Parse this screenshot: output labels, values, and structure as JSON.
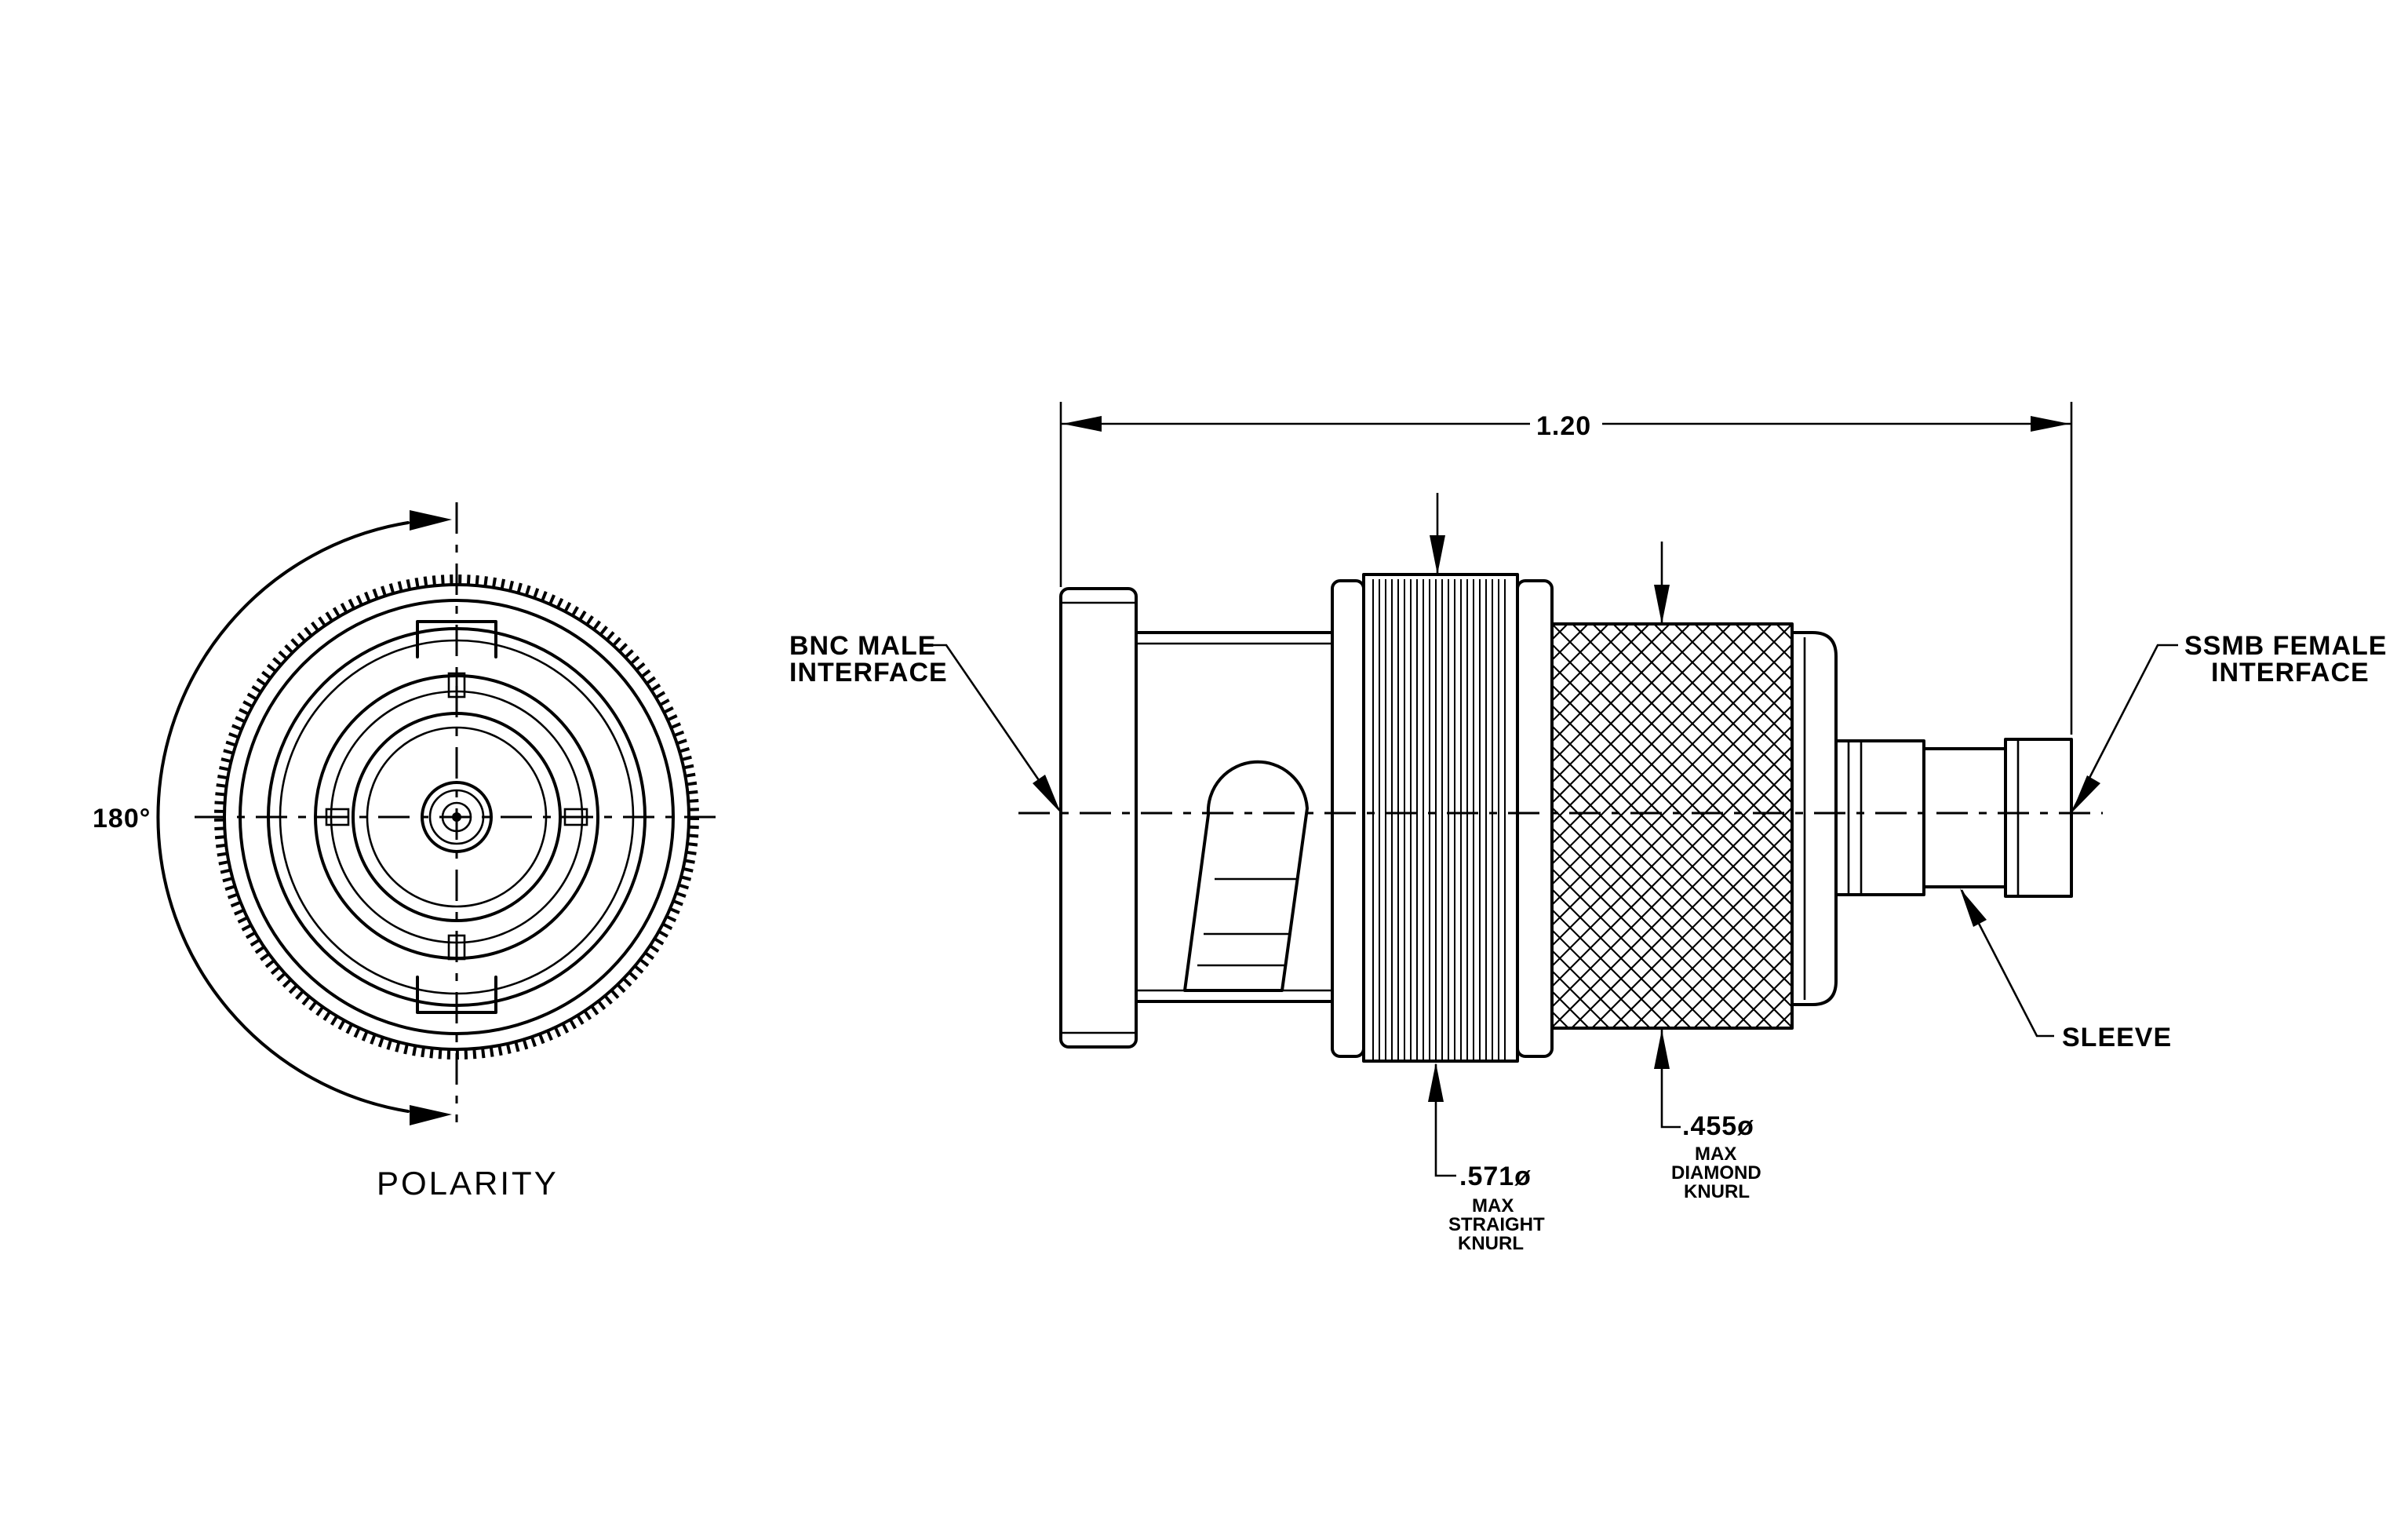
{
  "end_view": {
    "angle_label": "180°",
    "title": "POLARITY"
  },
  "side_view": {
    "overall_length": "1.20",
    "left_callout": {
      "line1": "BNC  MALE",
      "line2": "INTERFACE"
    },
    "right_callout": {
      "line1": "SSMB  FEMALE",
      "line2": "INTERFACE"
    },
    "sleeve_label": "SLEEVE",
    "straight_knurl": {
      "dim": ".571ø",
      "line1": "MAX",
      "line2": "STRAIGHT",
      "line3": "KNURL"
    },
    "diamond_knurl": {
      "dim": ".455ø",
      "line1": "MAX",
      "line2": "DIAMOND",
      "line3": "KNURL"
    }
  },
  "colors": {
    "line": "#000000",
    "background": "#ffffff"
  }
}
